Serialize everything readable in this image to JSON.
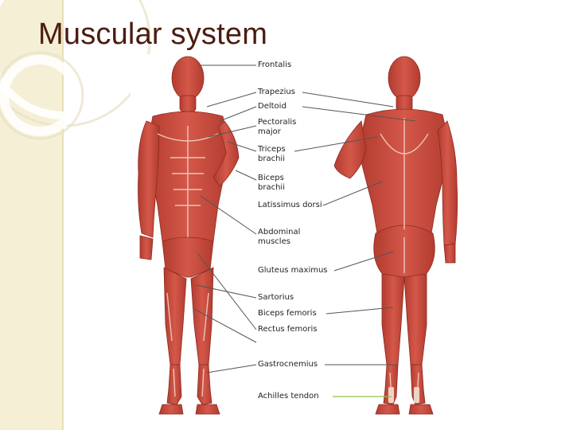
{
  "slide": {
    "title": "Muscular system"
  },
  "diagram": {
    "labels": [
      "Frontalis",
      "Trapezius",
      "Deltoid",
      "Pectoralis\nmajor",
      "Triceps\nbrachii",
      "Biceps\nbrachii",
      "Latissimus dorsi",
      "Abdominal\nmuscles",
      "Gluteus maximus",
      "Sartorius",
      "Biceps femoris",
      "Rectus femoris",
      "Gastrocnemius",
      "Achilles tendon"
    ],
    "colors": {
      "muscle": "#c9493a",
      "muscle_dark": "#9e2e22",
      "tendon": "#efd3c4",
      "leader_line": "#555555",
      "achilles_line": "#8bc34a"
    }
  },
  "theme": {
    "title_color": "#4a1d10",
    "band_color": "#f5efd6"
  }
}
